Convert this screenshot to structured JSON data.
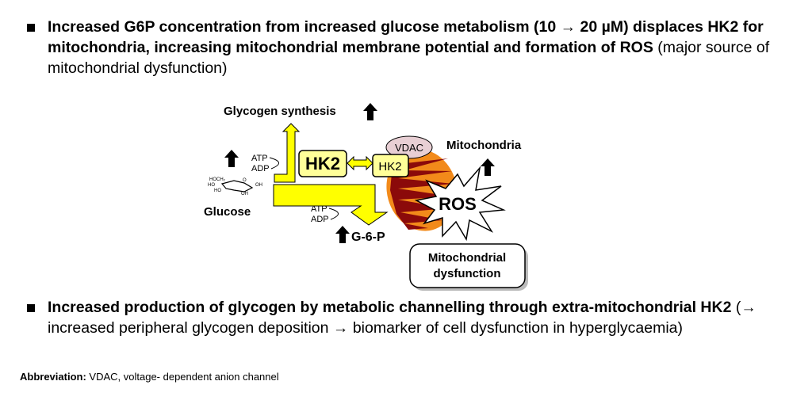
{
  "bullets": [
    {
      "bold": "Increased G6P concentration from increased glucose metabolism (10 → 20 µM) displaces HK2 for mitochondria, increasing mitochondrial membrane potential and formation of ROS",
      "normal": " (major source of mitochondrial dysfunction)"
    },
    {
      "bold": "Increased production of glycogen by metabolic channelling through extra-mitochondrial HK2",
      "normal": " (→ increased peripheral glycogen deposition → biomarker of cell dysfunction in hyperglycaemia)"
    }
  ],
  "diagram": {
    "glycogen_synthesis": "Glycogen synthesis",
    "atp": "ATP",
    "adp": "ADP",
    "hk2_cytosolic": "HK2",
    "hk2_bound": "HK2",
    "vdac": "VDAC",
    "mitochondria": "Mitochondria",
    "glucose": "Glucose",
    "g6p": "G-6-P",
    "ros": "ROS",
    "dysfunction_line1": "Mitochondrial",
    "dysfunction_line2": "dysfunction",
    "glucose_structure_labels": [
      "HOCH₂",
      "O",
      "HO",
      "HO",
      "OH",
      "OH"
    ],
    "colors": {
      "yellow": "#ffff00",
      "hk2_box": "#ffff99",
      "vdac": "#e8cfd4",
      "mito_outer": "#f28a1a",
      "mito_cristae": "#8b0a0a"
    }
  },
  "abbreviation": {
    "label": "Abbreviation:",
    "text": " VDAC, voltage- dependent  anion  channel"
  }
}
